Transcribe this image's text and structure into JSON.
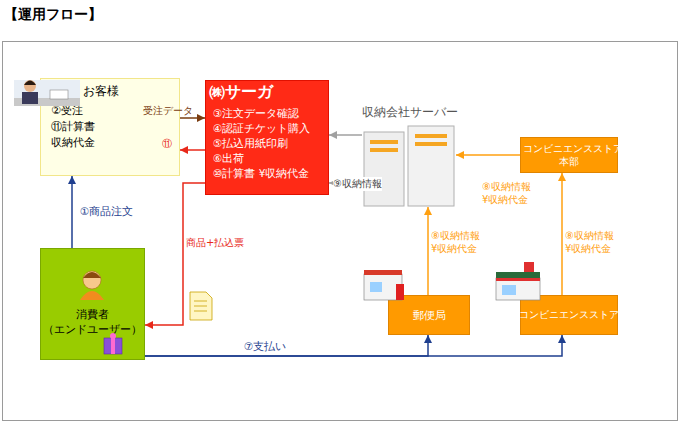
{
  "diagram": {
    "title": "【運用フロー】",
    "nodes": [
      {
        "text": [
          "お客様",
          "②受注",
          "⑪計算書 収納代金"
        ]
      },
      {
        "text": [
          "㈱サーガ",
          "③注文データ確認",
          "④認証チケット購入",
          "⑤払込用紙印刷",
          "⑥出荷",
          "⑩計算書 ¥収納代金"
        ]
      },
      {
        "text": [
          "収納会社サーバー"
        ]
      },
      {
        "text": [
          "コンビニエンスストア 本部"
        ]
      },
      {
        "text": [
          "消費者 （エンドユーザー）"
        ]
      },
      {
        "text": [
          "郵便局"
        ]
      },
      {
        "text": [
          "コンビニエンスストア"
        ]
      }
    ],
    "edges": [
      {
        "from": 0,
        "to": 1,
        "label": "受注データ",
        "arrow": "to"
      },
      {
        "from": 1,
        "to": 0,
        "label": "⑪",
        "arrow": "to"
      },
      {
        "from": 4,
        "to": 0,
        "label": "①商品注文",
        "arrow": "to"
      },
      {
        "from": 1,
        "to": 4,
        "label": "商品+払込票",
        "arrow": "to"
      },
      {
        "from": 2,
        "to": 1,
        "arrow": "to"
      },
      {
        "from": 2,
        "to": 1,
        "label": "⑨収納情報",
        "arrow": "to"
      },
      {
        "from": 3,
        "to": 2,
        "label": "⑧収納情報 ¥収納代金",
        "arrow": "to"
      },
      {
        "from": 5,
        "to": 2,
        "label": "⑧収納情報 ¥収納代金",
        "arrow": "to"
      },
      {
        "from": 6,
        "to": 3,
        "label": "⑧収納情報 ¥収納代金",
        "arrow": "to"
      },
      {
        "from": 4,
        "to": 5,
        "label": "⑦支払い",
        "arrow": "to"
      },
      {
        "from": 4,
        "to": 6,
        "arrow": "to"
      }
    ]
  }
}
